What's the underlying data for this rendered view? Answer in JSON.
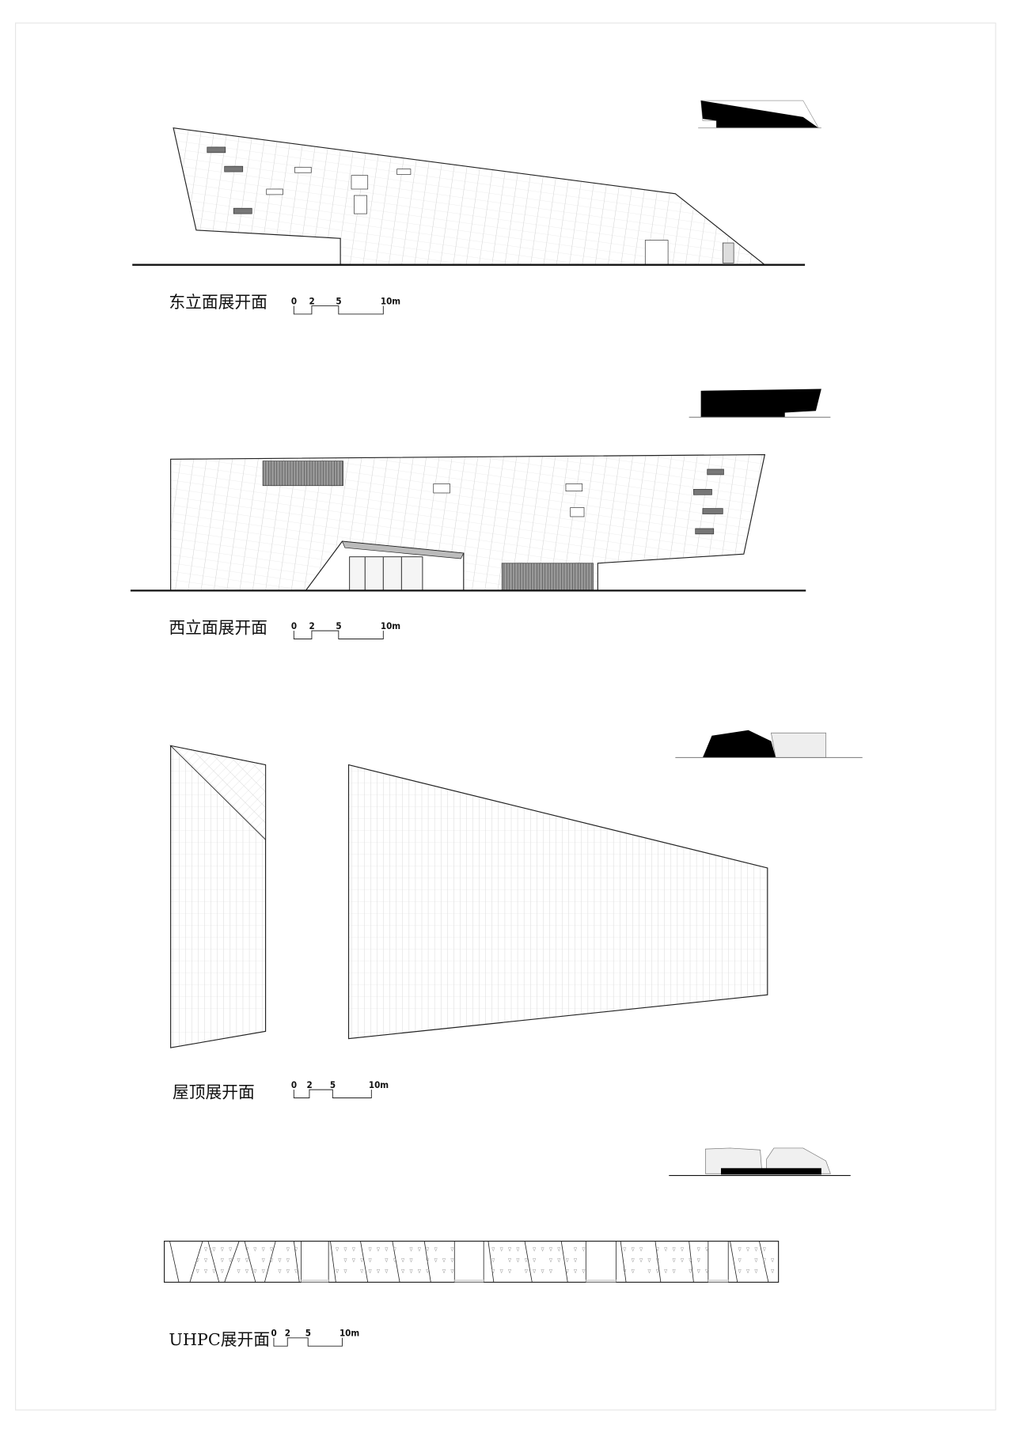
{
  "sections": [
    {
      "id": "east",
      "title": "东立面展开面"
    },
    {
      "id": "west",
      "title": "西立面展开面"
    },
    {
      "id": "roof",
      "title": "屋顶展开面"
    },
    {
      "id": "uhpc",
      "title": "UHPC展开面"
    }
  ],
  "scale_bar": {
    "labels": [
      "0",
      "2",
      "5",
      "10m"
    ]
  },
  "colors": {
    "line": "#222222",
    "hatch": "#b8b8b8",
    "solid": "#000000",
    "frame": "#e6e6e6"
  }
}
